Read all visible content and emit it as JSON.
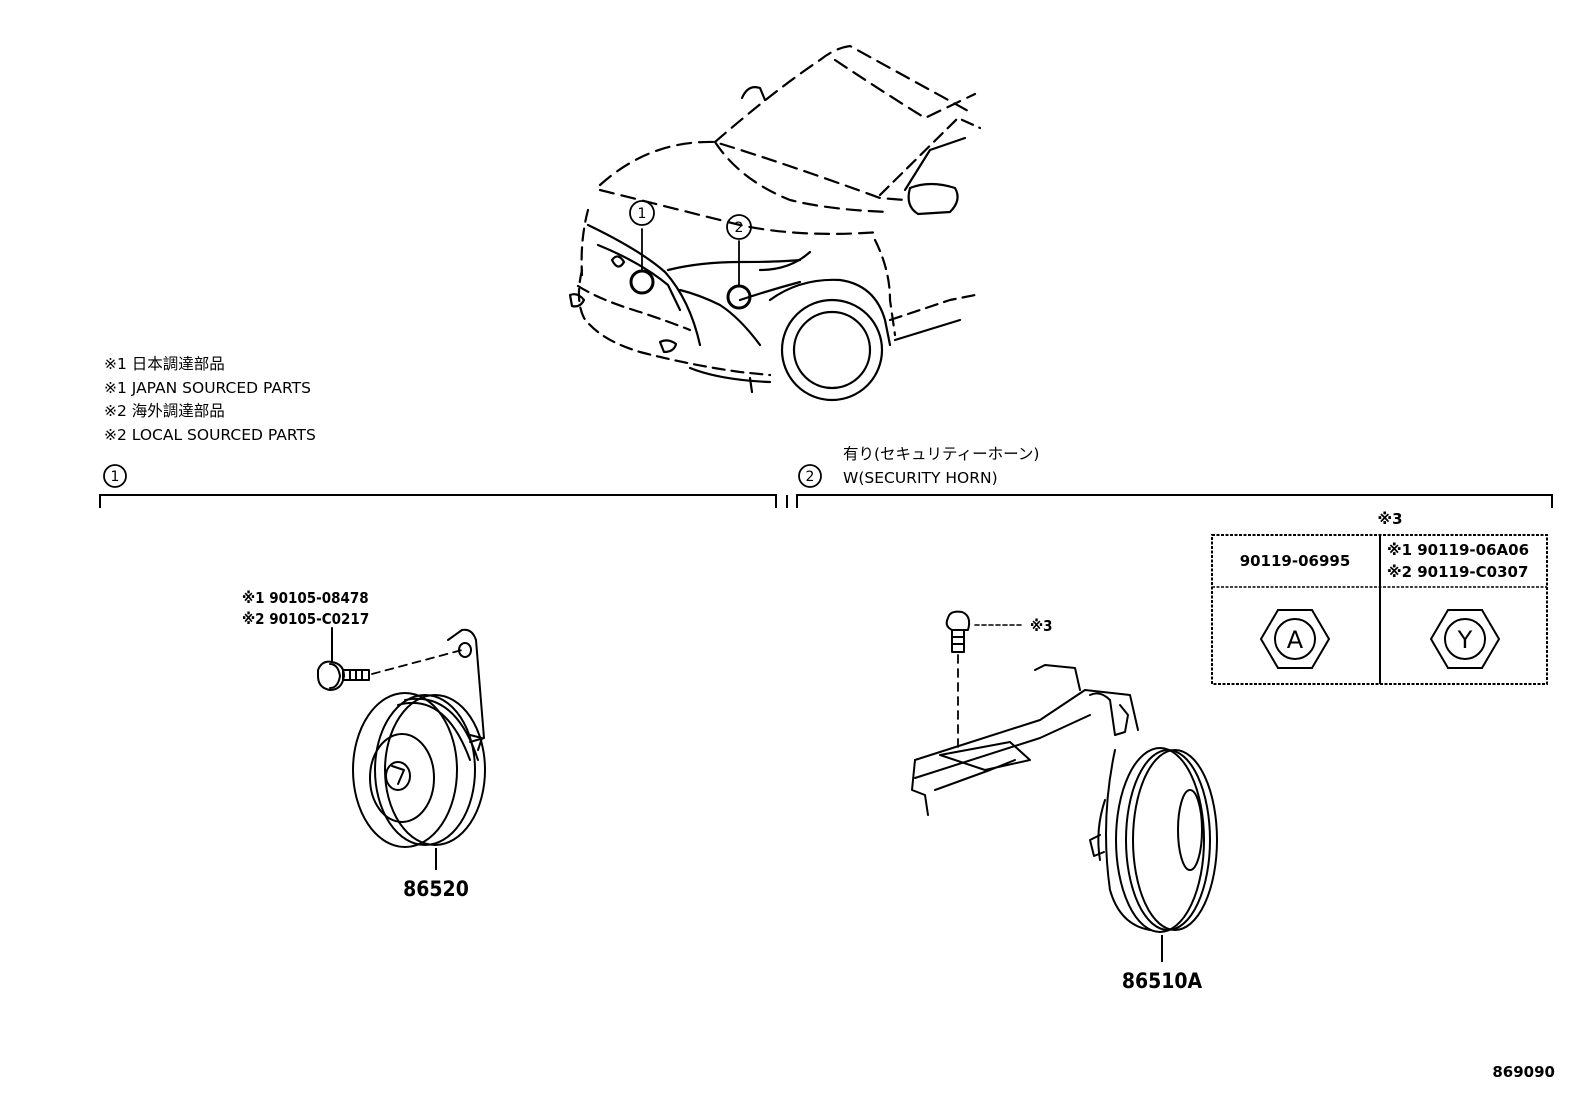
{
  "notes": [
    "※1 日本調達部品",
    "※1 JAPAN SOURCED PARTS",
    "※2 海外調達部品",
    "※2 LOCAL SOURCED PARTS"
  ],
  "callouts": {
    "one": "1",
    "two": "2"
  },
  "section_two_title": {
    "line1": "有り(セキュリティーホーン)",
    "line2": "W(SECURITY HORN)"
  },
  "section_one_parts": {
    "bolt_part_1": "※1 90105-08478",
    "bolt_part_2": "※2 90105-C0217",
    "horn": "86520"
  },
  "section_two_parts": {
    "bolt_ref": "※3",
    "horn": "86510A"
  },
  "ref_table": {
    "header": "※3",
    "col1_part": "90119-06995",
    "col2_part_1": "※1 90119-06A06",
    "col2_part_2": "※2 90119-C0307",
    "col1_mark": "A",
    "col2_mark": "Y"
  },
  "diagram_code": "869090"
}
